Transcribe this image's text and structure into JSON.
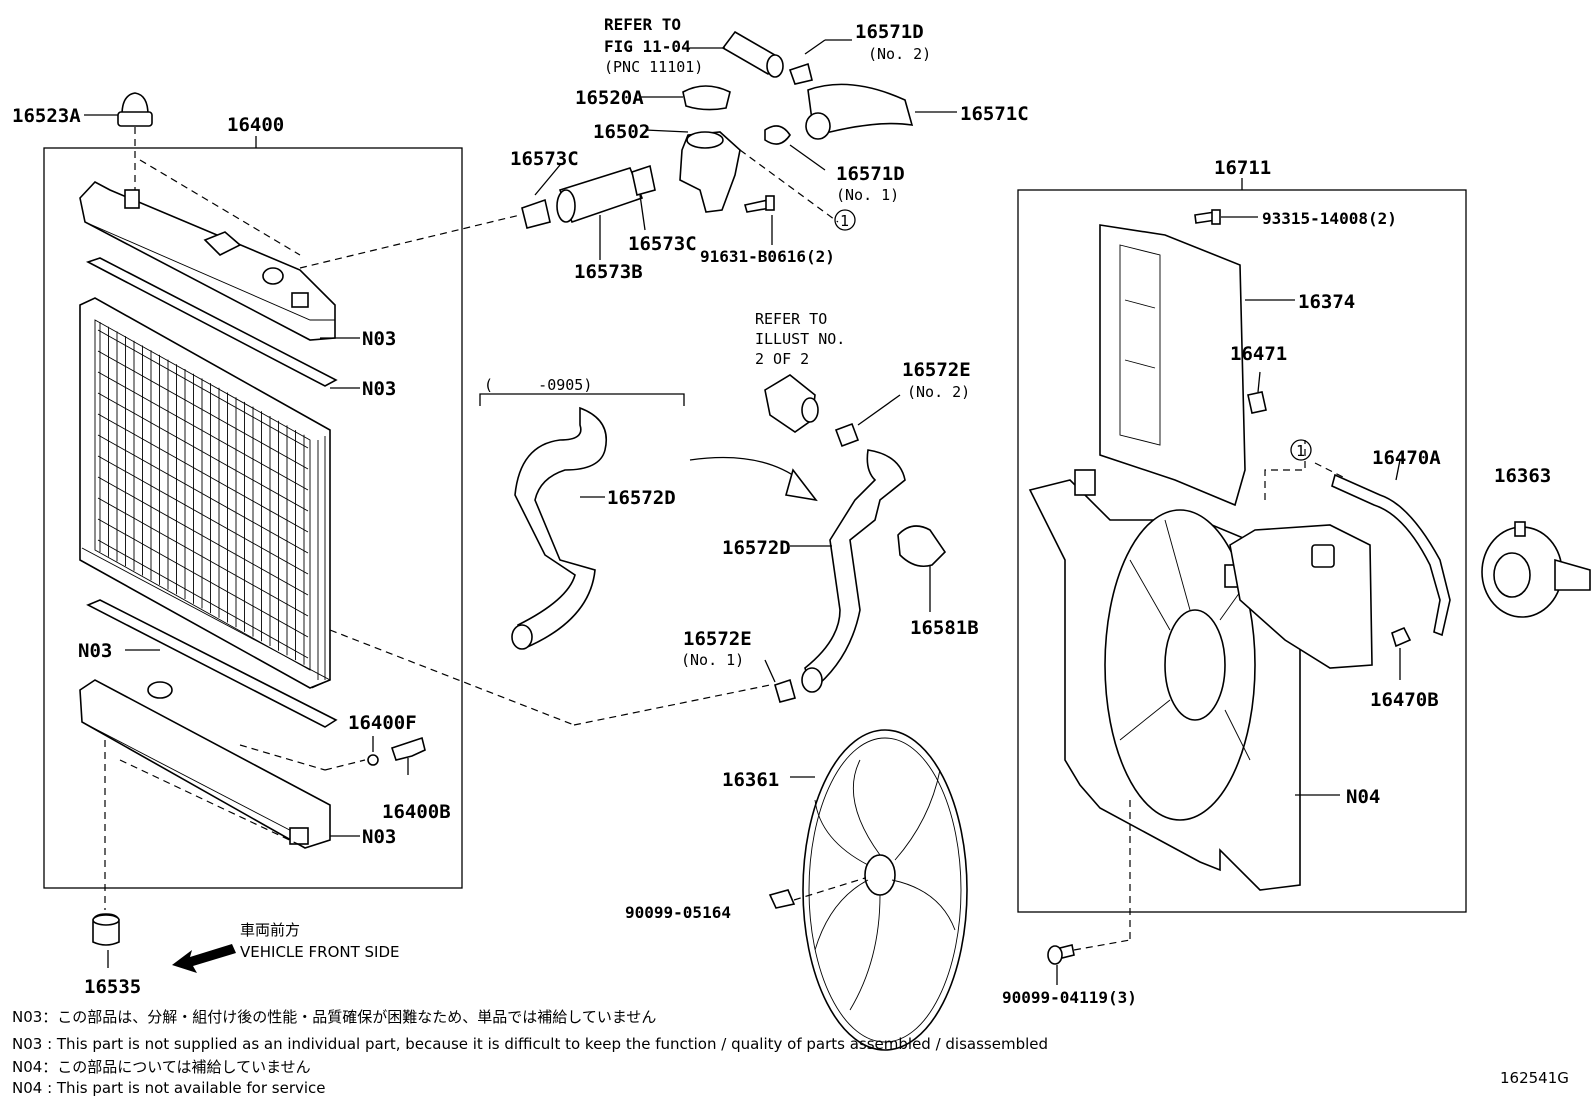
{
  "labels": {
    "p16523A": "16523A",
    "p16400": "16400",
    "p16520A": "16520A",
    "p16502": "16502",
    "p16573C_a": "16573C",
    "p16573C_b": "16573C",
    "p16573B": "16573B",
    "p16571D_2": "16571D",
    "p16571D_2_sub": "(No. 2)",
    "p16571C": "16571C",
    "p16571D_1": "16571D",
    "p16571D_1_sub": "(No. 1)",
    "p91631": "91631-B0616(2)",
    "p16711": "16711",
    "p93315": "93315-14008(2)",
    "p16374": "16374",
    "p16471": "16471",
    "p16470A": "16470A",
    "p16363": "16363",
    "p16470B": "16470B",
    "pN04": "N04",
    "p90099_04119": "90099-04119(3)",
    "pN03_a": "N03",
    "pN03_b": "N03",
    "pN03_c": "N03",
    "pN03_d": "N03",
    "p16400F": "16400F",
    "p16400B": "16400B",
    "p16535": "16535",
    "p16572D_a": "16572D",
    "p16572D_b": "16572D",
    "p16572E_2": "16572E",
    "p16572E_2_sub": "(No. 2)",
    "p16572E_1": "16572E",
    "p16572E_1_sub": "(No. 1)",
    "p16581B": "16581B",
    "p16361": "16361",
    "p90099_05164": "90099-05164",
    "range_bracket": "(     -0905)",
    "circle_ref": "1"
  },
  "refer_fig": [
    "REFER TO",
    "FIG 11-04",
    "(PNC 11101)"
  ],
  "refer_illust": [
    "REFER TO",
    "ILLUST NO.",
    "2 OF 2"
  ],
  "front": {
    "jp": "車両前方",
    "en": "VEHICLE FRONT SIDE"
  },
  "notes": [
    "N03：この部品は、分解・組付け後の性能・品質確保が困難なため、単品では補給していません",
    "N03 : This part is not supplied as an individual part, because it is difficult to keep the function / quality of parts assembled / disassembled",
    "N04：この部品については補給していません",
    "N04 : This part is not available for service"
  ],
  "figure_id": "162541G"
}
